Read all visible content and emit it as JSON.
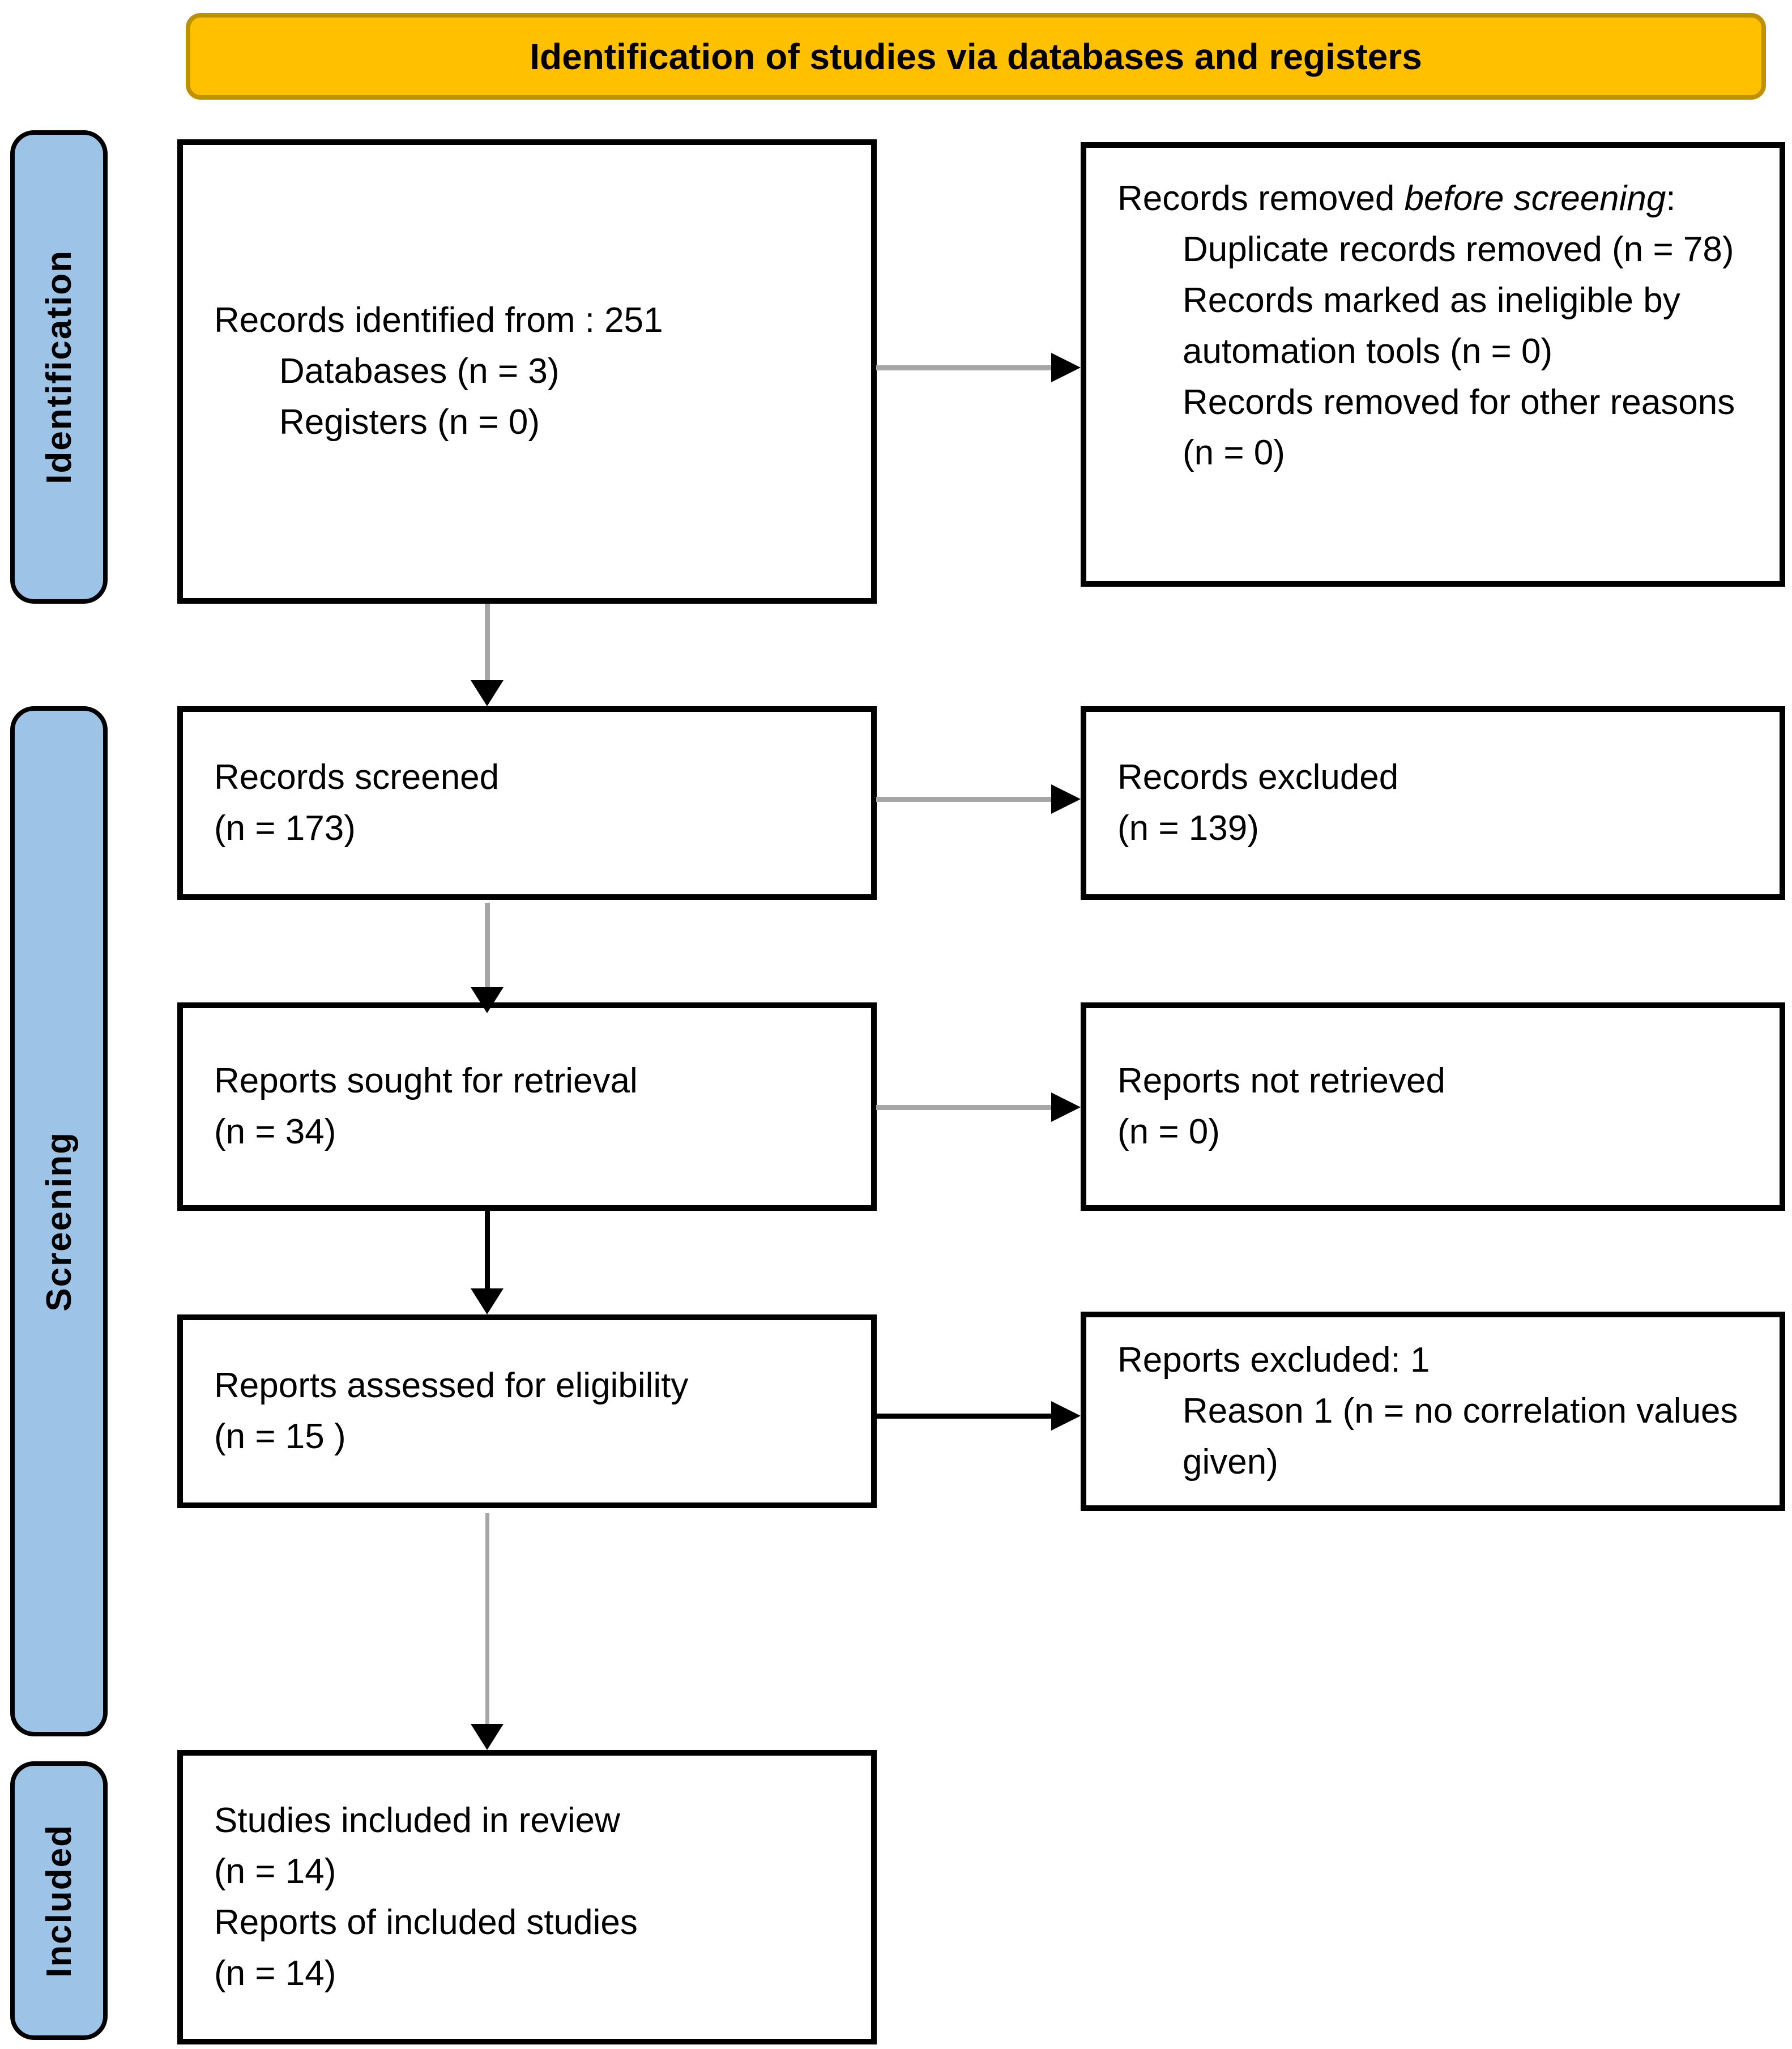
{
  "banner": {
    "title": "Identification of studies via databases and registers"
  },
  "side_labels": {
    "identification": "Identification",
    "screening": "Screening",
    "included": "Included"
  },
  "boxes": {
    "records_identified": {
      "line1": "Records identified from : 251",
      "line2": "Databases (n = 3)",
      "line3": "Registers (n = 0)"
    },
    "records_removed": {
      "line1_prefix": "Records removed ",
      "line1_italic": "before screening",
      "line1_suffix": ":",
      "line2": "Duplicate records removed (n = 78)",
      "line3": "Records marked as ineligible by automation tools (n = 0)",
      "line4": "Records removed for other reasons (n = 0)"
    },
    "records_screened": {
      "line1": "Records screened",
      "line2": "(n = 173)"
    },
    "records_excluded": {
      "line1": "Records excluded",
      "line2": "(n = 139)"
    },
    "reports_sought": {
      "line1": "Reports sought for retrieval",
      "line2": "(n = 34)"
    },
    "reports_not_retrieved": {
      "line1": "Reports not retrieved",
      "line2": "(n = 0)"
    },
    "reports_assessed": {
      "line1": "Reports assessed for eligibility",
      "line2": "(n = 15 )"
    },
    "reports_excluded": {
      "line1": "Reports excluded: 1",
      "line2": "Reason 1 (n = no correlation values given)"
    },
    "studies_included": {
      "line1": "Studies included in review",
      "line2": "(n = 14)",
      "line3": "Reports of included studies",
      "line4": "(n = 14)"
    }
  },
  "colors": {
    "banner_fill": "#FFC000",
    "banner_border": "#BF9000",
    "stage_fill": "#9DC3E6",
    "box_border": "#000000",
    "arrow_gray": "#A6A6A6",
    "arrow_black": "#000000",
    "arrow_head": "#000000"
  }
}
